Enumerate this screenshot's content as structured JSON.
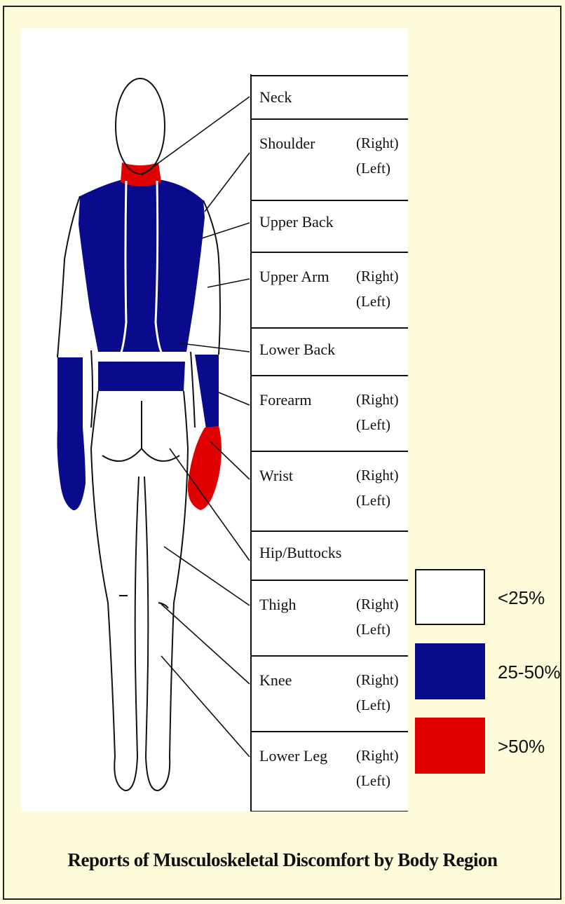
{
  "caption": "Reports of Musculoskeletal Discomfort by Body Region",
  "colors": {
    "background": "#fdfbd9",
    "low": "#ffffff",
    "medium": "#0a0a8c",
    "high": "#e00000"
  },
  "regions": [
    {
      "label": "Neck",
      "sides": [],
      "level": "high"
    },
    {
      "label": "Shoulder",
      "sides": [
        "(Right)",
        "(Left)"
      ],
      "level": "medium"
    },
    {
      "label": "Upper Back",
      "sides": [],
      "level": "medium"
    },
    {
      "label": "Upper Arm",
      "sides": [
        "(Right)",
        "(Left)"
      ],
      "level": "low"
    },
    {
      "label": "Lower Back",
      "sides": [],
      "level": "medium"
    },
    {
      "label": "Forearm",
      "sides": [
        "(Right)",
        "(Left)"
      ],
      "level": "medium"
    },
    {
      "label": "Wrist",
      "sides": [
        "(Right)",
        "(Left)"
      ],
      "level": "mixed"
    },
    {
      "label": "Hip/Buttocks",
      "sides": [],
      "level": "low"
    },
    {
      "label": "Thigh",
      "sides": [
        "(Right)",
        "(Left)"
      ],
      "level": "low"
    },
    {
      "label": "Knee",
      "sides": [
        "(Right)",
        "(Left)"
      ],
      "level": "low"
    },
    {
      "label": "Lower Leg",
      "sides": [
        "(Right)",
        "(Left)"
      ],
      "level": "low"
    }
  ],
  "legend": [
    {
      "label": "<25%",
      "color": "#ffffff"
    },
    {
      "label": "25-50%",
      "color": "#0a0a8c"
    },
    {
      "label": ">50%",
      "color": "#e00000"
    }
  ]
}
